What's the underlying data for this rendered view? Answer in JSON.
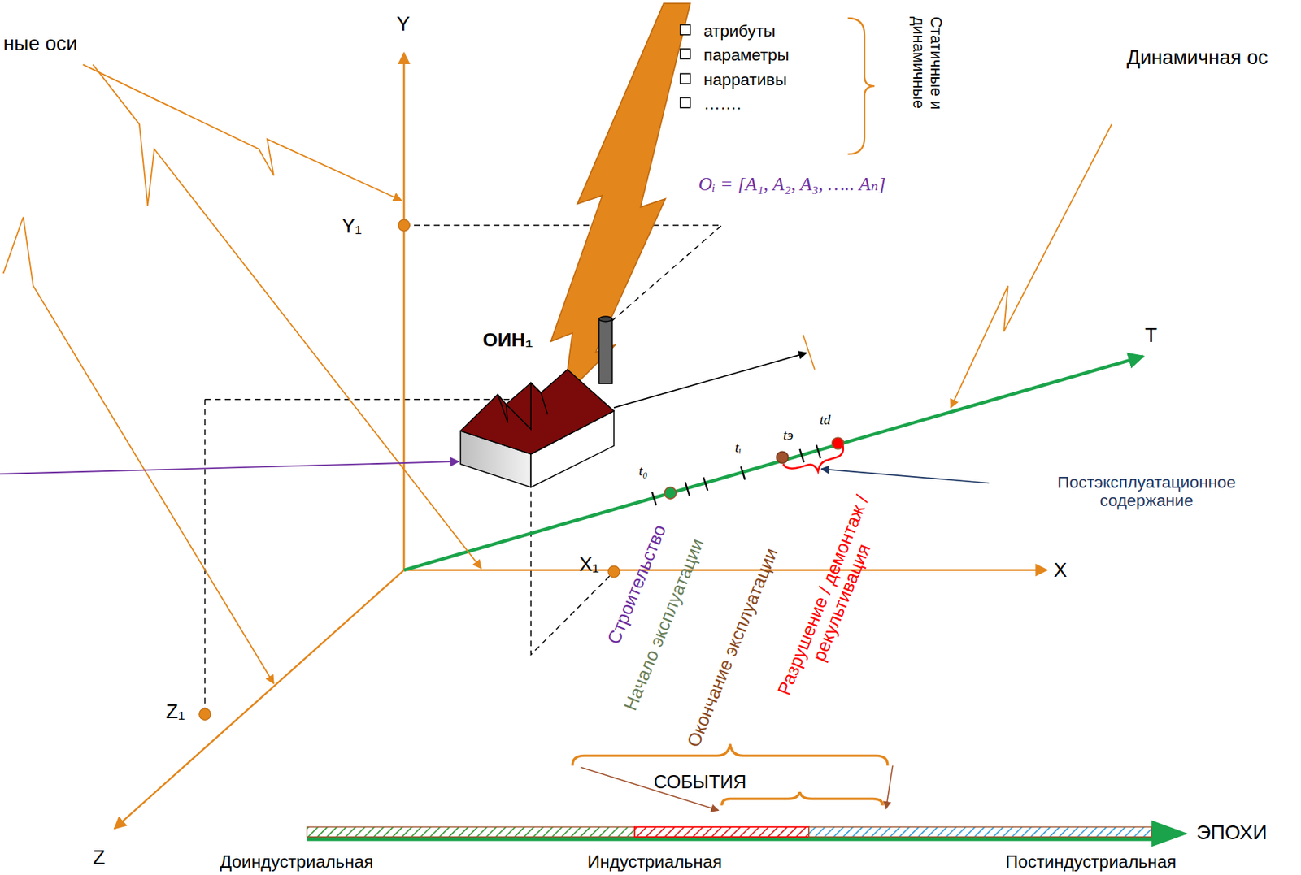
{
  "diagram": {
    "labels": [
      "ные оси",
      "Y",
      "Y₁",
      "атрибуты",
      "параметры",
      "нарративы",
      "…….",
      "Статичные и динамичные",
      "Oᵢ = [A₁, A₂, A₃, ….. Aₙ]",
      "Динамичная ос",
      "ОИН₁",
      "T",
      "t₀",
      "tᵢ",
      "tэ",
      "td",
      "Постэксплуатационное содержание",
      "X₁",
      "X",
      "Строительство",
      "Начало эксплуатации",
      "Окончание эксплуатации",
      "Разрушение / демонтаж / рекультивация",
      "Z₁",
      "Z",
      "СОБЫТИЯ",
      "ЭПОХИ",
      "Доиндустриальная",
      "Индустриальная",
      "Постиндустриальная"
    ]
  }
}
